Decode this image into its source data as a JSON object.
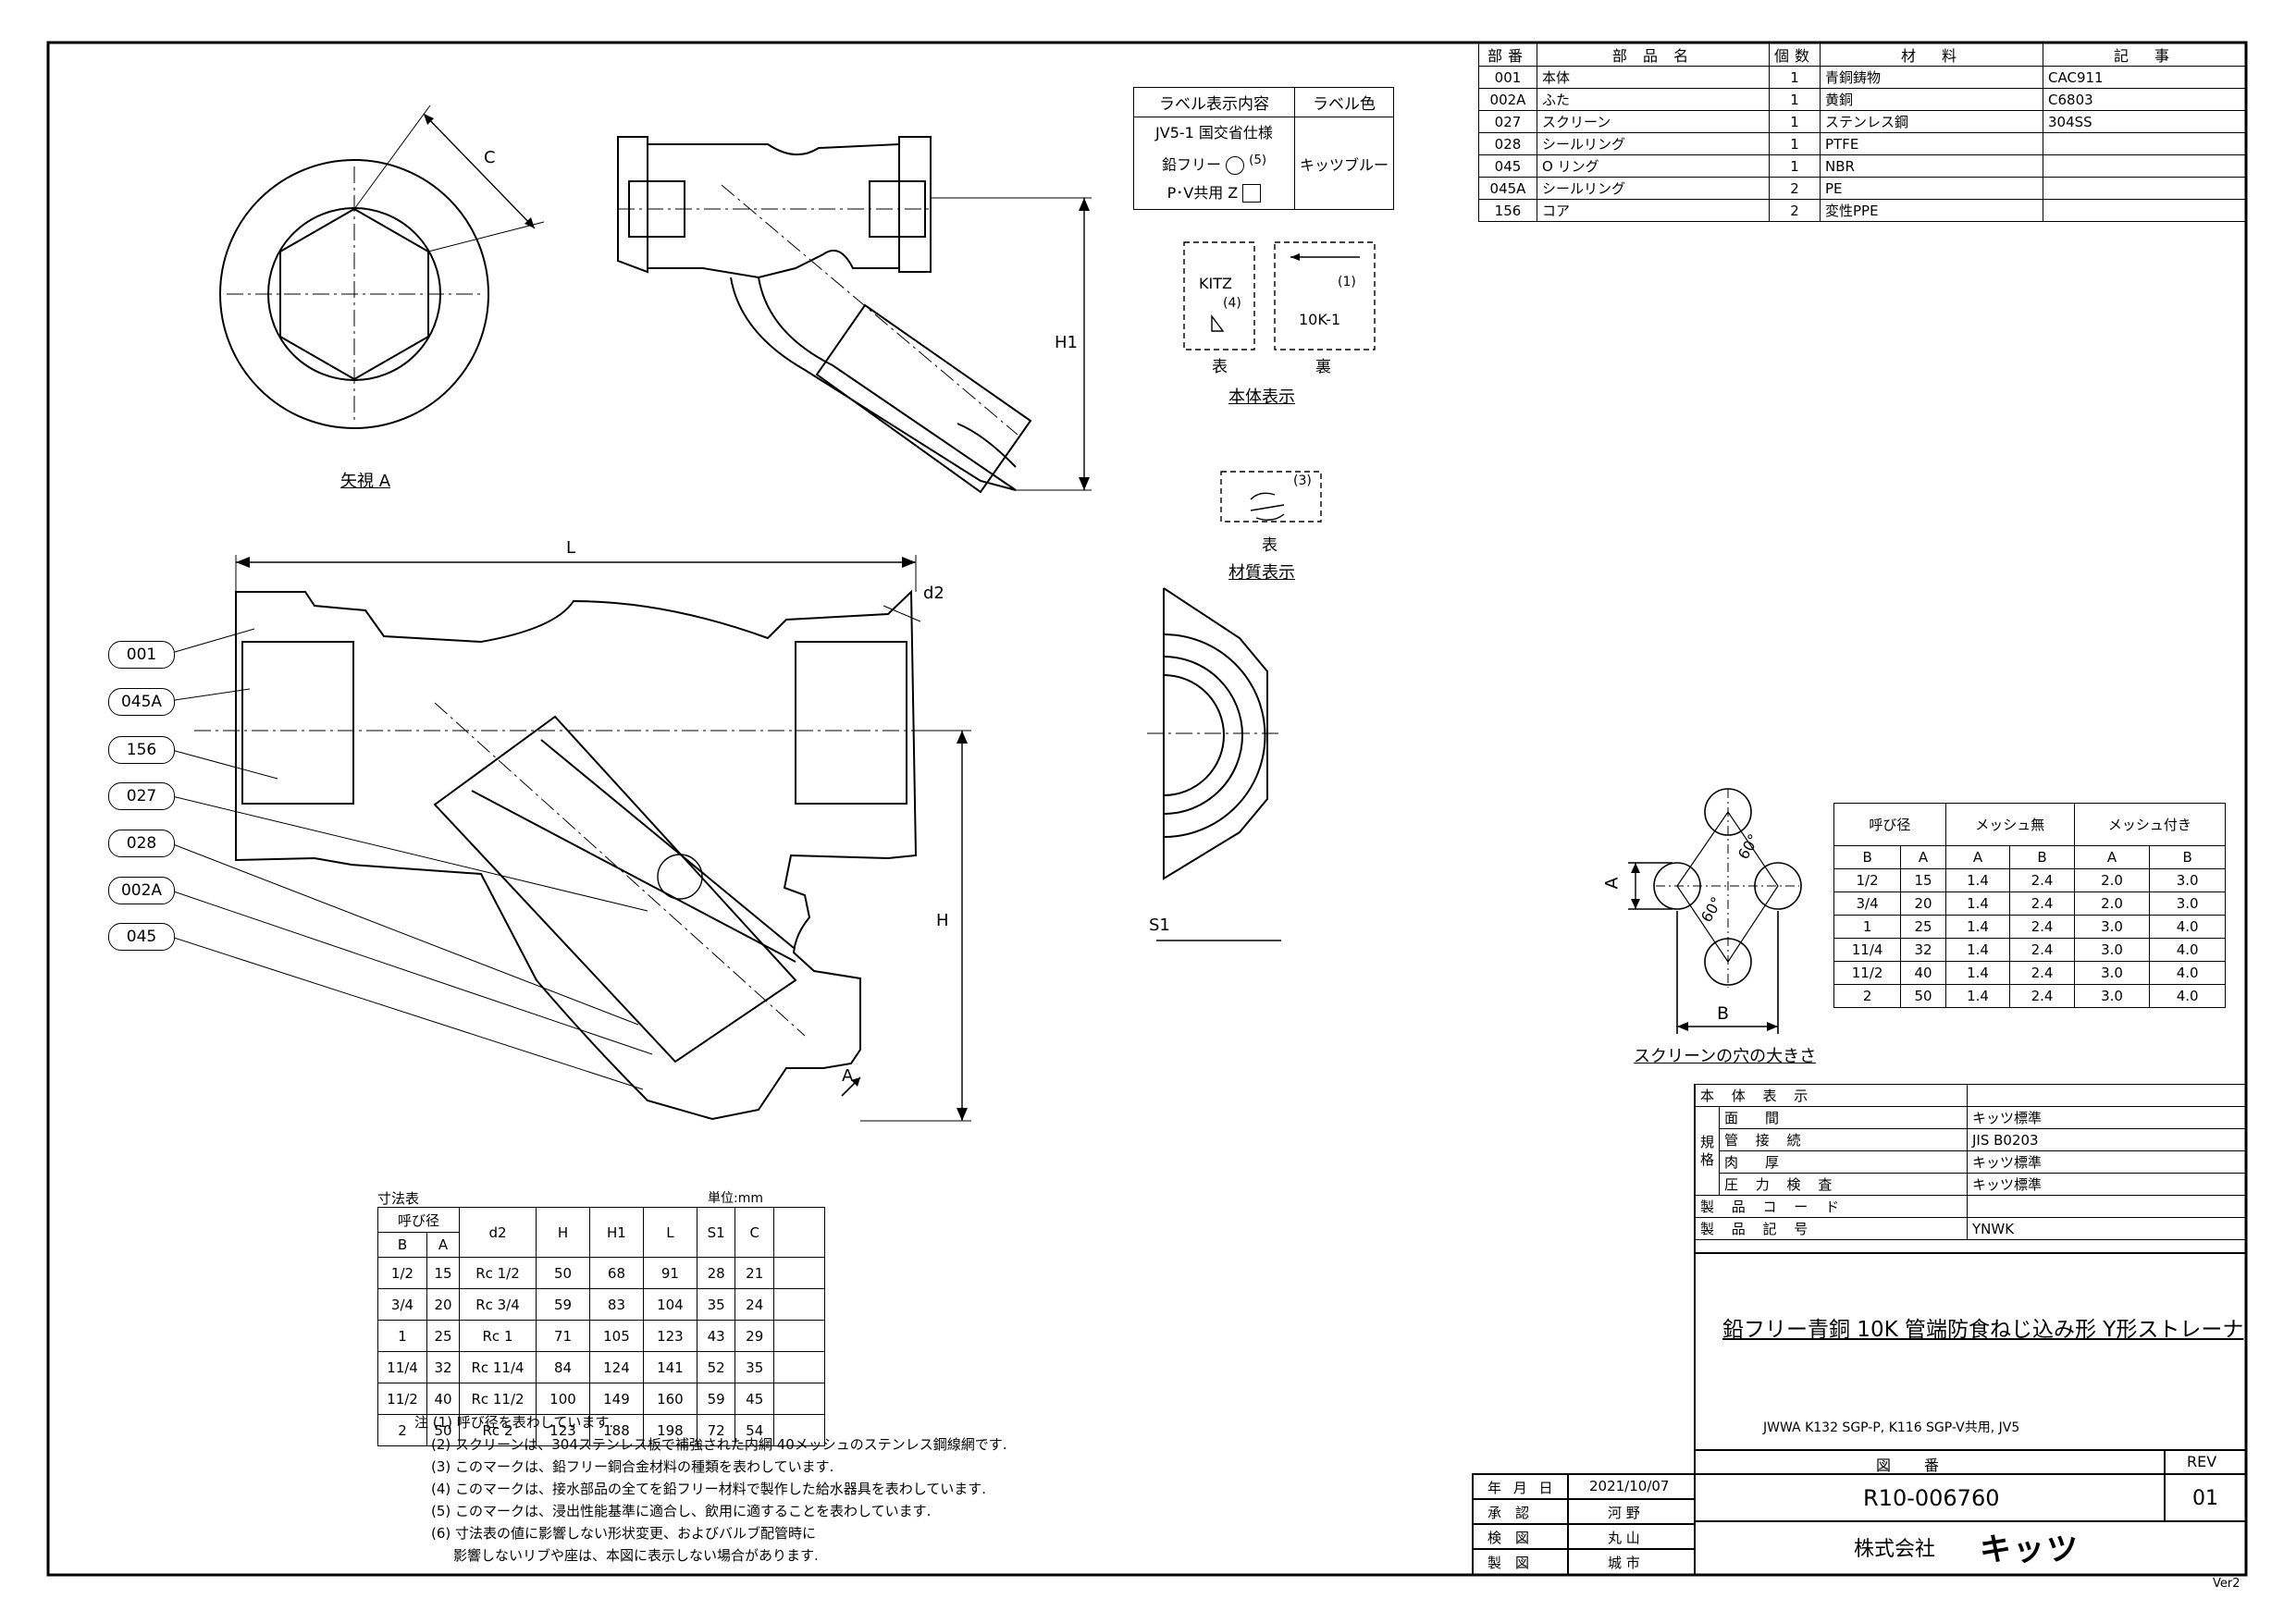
{
  "parts": {
    "headers": [
      "部番",
      "部 品 名",
      "個数",
      "材　料",
      "記　事"
    ],
    "rows": [
      [
        "001",
        "本体",
        "1",
        "青銅鋳物",
        "CAC911"
      ],
      [
        "002A",
        "ふた",
        "1",
        "黄銅",
        "C6803"
      ],
      [
        "027",
        "スクリーン",
        "1",
        "ステンレス鋼",
        "304SS"
      ],
      [
        "028",
        "シールリング",
        "1",
        "PTFE",
        ""
      ],
      [
        "045",
        "O リング",
        "1",
        "NBR",
        ""
      ],
      [
        "045A",
        "シールリング",
        "2",
        "PE",
        ""
      ],
      [
        "156",
        "コア",
        "2",
        "変性PPE",
        ""
      ]
    ]
  },
  "label_box": {
    "header_content": "ラベル表示内容",
    "header_color": "ラベル色",
    "line1": "JV5-1 国交省仕様",
    "line2": "鉛フリー",
    "line2_note": "(5)",
    "line3": "P･V共用 Z",
    "color_value": "キッツブルー"
  },
  "body_marking": {
    "front_text": "KITZ",
    "front_note": "(4)",
    "back_note": "(1)",
    "back_text": "10K-1",
    "front_caption": "表",
    "back_caption": "裏",
    "title": "本体表示"
  },
  "material_marking": {
    "note": "(3)",
    "caption": "表",
    "title": "材質表示"
  },
  "views": {
    "arrow_view_title": "矢視 A",
    "dim_c": "C",
    "dim_h1": "H1",
    "dim_l": "L",
    "dim_d2": "d2",
    "dim_h": "H",
    "dim_s1": "S1",
    "arrow_a": "A"
  },
  "leaders": [
    "001",
    "045A",
    "156",
    "027",
    "028",
    "002A",
    "045"
  ],
  "screen_hole": {
    "angle_top": "60°",
    "angle_mid": "60°",
    "dim_a": "A",
    "dim_b": "B",
    "title": "スクリーンの穴の大きさ"
  },
  "mesh_table": {
    "h_size": "呼び径",
    "h_none": "メッシュ無",
    "h_with": "メッシュ付き",
    "sub": [
      "B",
      "A",
      "A",
      "B",
      "A",
      "B"
    ],
    "rows": [
      [
        "1/2",
        "15",
        "1.4",
        "2.4",
        "2.0",
        "3.0"
      ],
      [
        "3/4",
        "20",
        "1.4",
        "2.4",
        "2.0",
        "3.0"
      ],
      [
        "1",
        "25",
        "1.4",
        "2.4",
        "3.0",
        "4.0"
      ],
      [
        "11/4",
        "32",
        "1.4",
        "2.4",
        "3.0",
        "4.0"
      ],
      [
        "11/2",
        "40",
        "1.4",
        "2.4",
        "3.0",
        "4.0"
      ],
      [
        "2",
        "50",
        "1.4",
        "2.4",
        "3.0",
        "4.0"
      ]
    ]
  },
  "dim_table": {
    "caption": "寸法表",
    "unit": "単位:mm",
    "h_size": "呼び径",
    "headers": [
      "B",
      "A",
      "d2",
      "H",
      "H1",
      "L",
      "S1",
      "C"
    ],
    "rows": [
      [
        "1/2",
        "15",
        "Rc 1/2",
        "50",
        "68",
        "91",
        "28",
        "21"
      ],
      [
        "3/4",
        "20",
        "Rc 3/4",
        "59",
        "83",
        "104",
        "35",
        "24"
      ],
      [
        "1",
        "25",
        "Rc 1",
        "71",
        "105",
        "123",
        "43",
        "29"
      ],
      [
        "11/4",
        "32",
        "Rc 11/4",
        "84",
        "124",
        "141",
        "52",
        "35"
      ],
      [
        "11/2",
        "40",
        "Rc 11/2",
        "100",
        "149",
        "160",
        "59",
        "45"
      ],
      [
        "2",
        "50",
        "Rc 2",
        "123",
        "188",
        "198",
        "72",
        "54"
      ]
    ]
  },
  "notes": [
    "注 (1) 呼び径を表わしています.",
    "(2) スクリーンは、304ステンレス板で補強された内網 40メッシュのステンレス鋼線網です.",
    "(3) このマークは、鉛フリー銅合金材料の種類を表わしています.",
    "(4) このマークは、接水部品の全てを鉛フリー材料で製作した給水器具を表わしています.",
    "(5) このマークは、浸出性能基準に適合し、飲用に適することを表わしています.",
    "(6) 寸法表の値に影響しない形状変更、およびバルブ配管時に",
    "影響しないリブや座は、本図に表示しない場合があります."
  ],
  "spec": {
    "body_display": "本 体 表 示",
    "kikaku": "規格",
    "rows": [
      [
        "面　間",
        "キッツ標準"
      ],
      [
        "管 接 続",
        "JIS  B0203"
      ],
      [
        "肉　厚",
        "キッツ標準"
      ],
      [
        "圧 力 検 査",
        "キッツ標準"
      ]
    ],
    "product_code_label": "製 品 コ ー ド",
    "product_code": "",
    "product_symbol_label": "製 品 記 号",
    "product_symbol": "YNWK"
  },
  "title": {
    "main": "鉛フリー青銅 10K 管端防食ねじ込み形 Y形ストレーナ",
    "sub": "JWWA K132 SGP-P, K116 SGP-V共用, JV5"
  },
  "titleblock": {
    "date_label": "年 月 日",
    "date": "2021/10/07",
    "approve_label": "承　認",
    "approve": "河 野",
    "check_label": "検　図",
    "check": "丸 山",
    "draw_label": "製　図",
    "draw": "城 市",
    "drawing_no_label": "図　番",
    "drawing_no": "R10-006760",
    "rev_label": "REV",
    "rev": "01",
    "company_prefix": "株式会社",
    "company_logo": "キッツ",
    "version": "Ver2"
  }
}
